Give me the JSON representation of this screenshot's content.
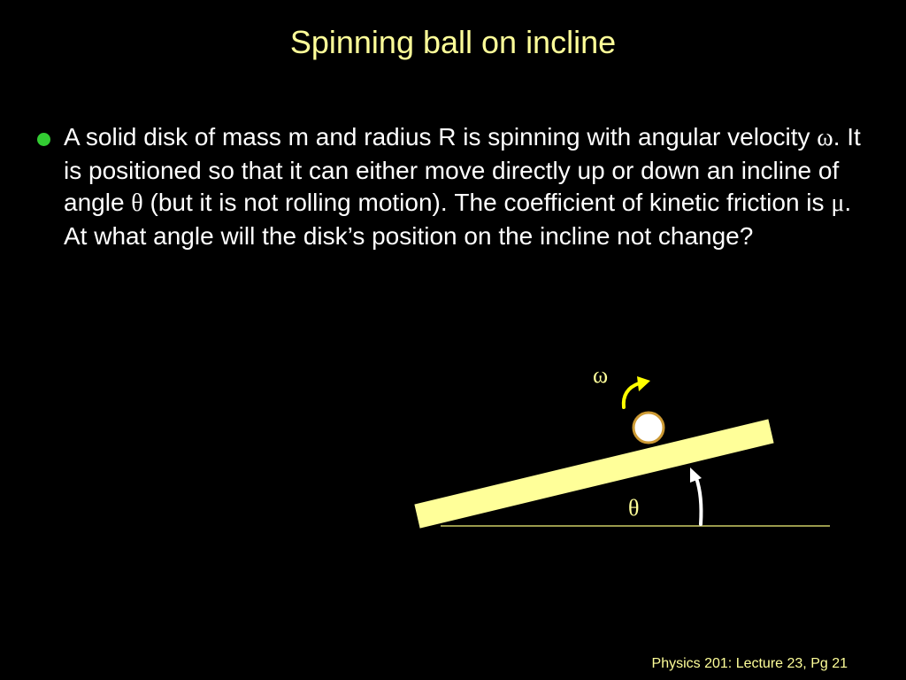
{
  "slide": {
    "title": "Spinning ball on incline",
    "bullet": {
      "part1": "A solid disk of mass m and radius R is spinning with angular velocity ",
      "omega": "ω",
      "part2": ". It is positioned so that it can either move directly up or down an incline of angle ",
      "theta": "θ",
      "part3": " (but it is not rolling motion).  The coefficient of kinetic friction is ",
      "mu": "μ",
      "part4": ".  At what angle will the disk’s position on the incline not change?"
    },
    "diagram": {
      "omega_label": "ω",
      "theta_label": "θ"
    },
    "footer": "Physics 201: Lecture 23, Pg 21"
  },
  "colors": {
    "background": "#000000",
    "title": "#ffff99",
    "text": "#ffffff",
    "bullet": "#33cc33",
    "incline": "#ffff99",
    "arrow_yellow": "#ffff00",
    "ground_line": "#cccc66"
  }
}
